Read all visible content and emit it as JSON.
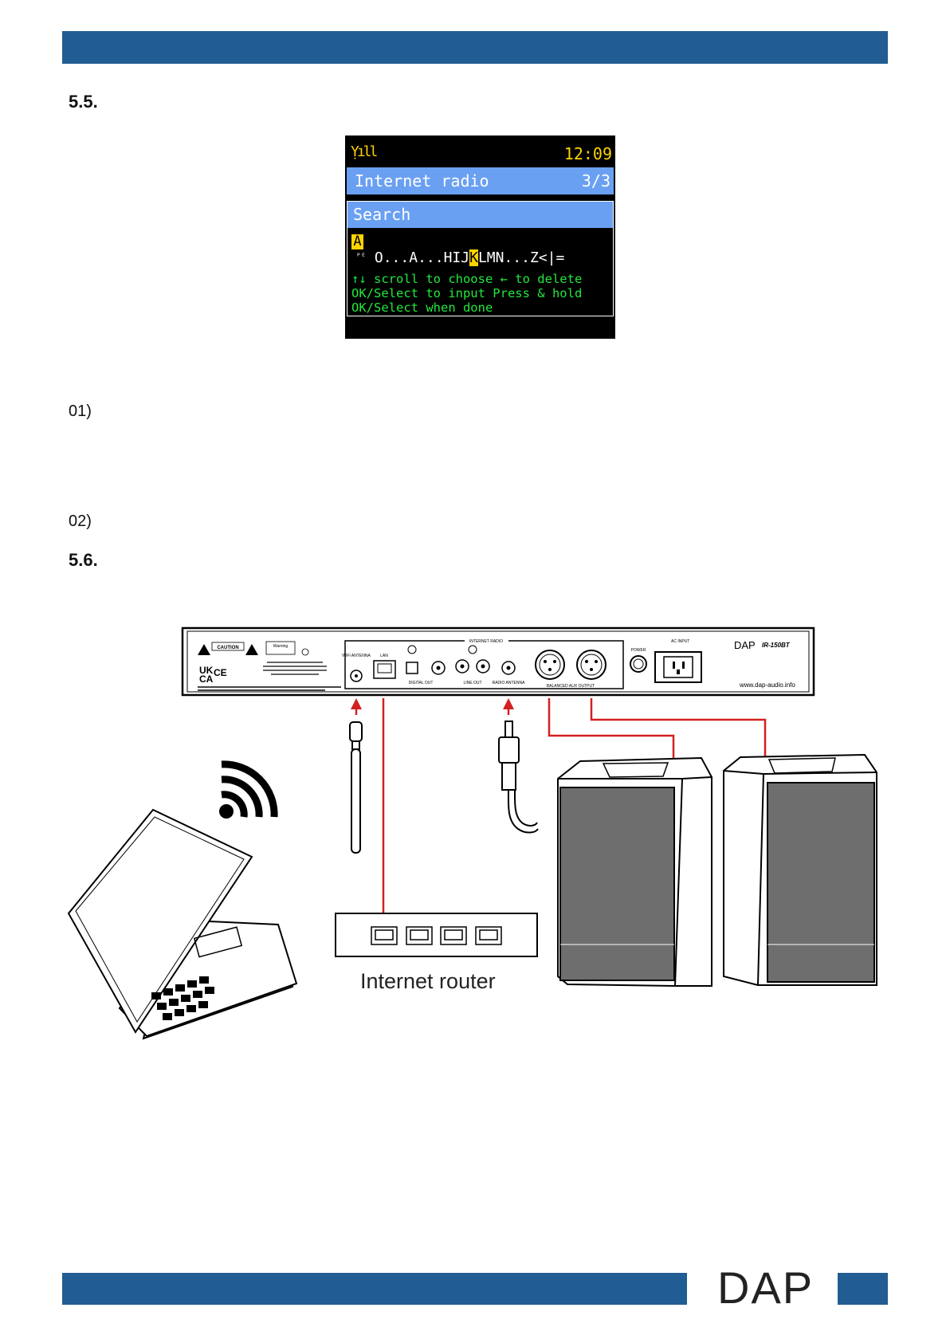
{
  "header": {},
  "sections": {
    "s1_number": "5.5.",
    "s2_number": "5.6."
  },
  "steps": {
    "step1": "01)",
    "step2": "02)"
  },
  "display": {
    "time": "12:09",
    "title": "Internet radio",
    "page": "3/3",
    "search_label": "Search",
    "input_char": "A",
    "chars_before": " O...A...HIJ",
    "chars_highlight": "K",
    "chars_after": "LMN...Z<|=",
    "help_line1": "↑↓ scroll to choose ← to delete",
    "help_line2": "OK/Select to input Press & hold",
    "help_line3": "OK/Select when done",
    "colors": {
      "accent": "#ffd400",
      "bar": "#6aa0f2",
      "help": "#22e83c"
    }
  },
  "diagram": {
    "router_label": "Internet router",
    "device": {
      "brand": "DAP",
      "model": "IR-150BT",
      "url": "www.dap-audio.info",
      "wifi_antenna": "WIFI ANTENNA",
      "lan": "LAN",
      "internet_radio": "INTERNET RADIO",
      "digital_out": "DIGITAL OUT",
      "line_out": "LINE OUT",
      "radio_antenna": "RADIO ANTENNA",
      "balanced_out": "BALANCED AUX OUTPUT",
      "power": "POWER",
      "ac_input": "AC INPUT",
      "caution": "CAUTION",
      "warning": "Warning"
    }
  },
  "footer": {
    "brand": "DAP"
  }
}
